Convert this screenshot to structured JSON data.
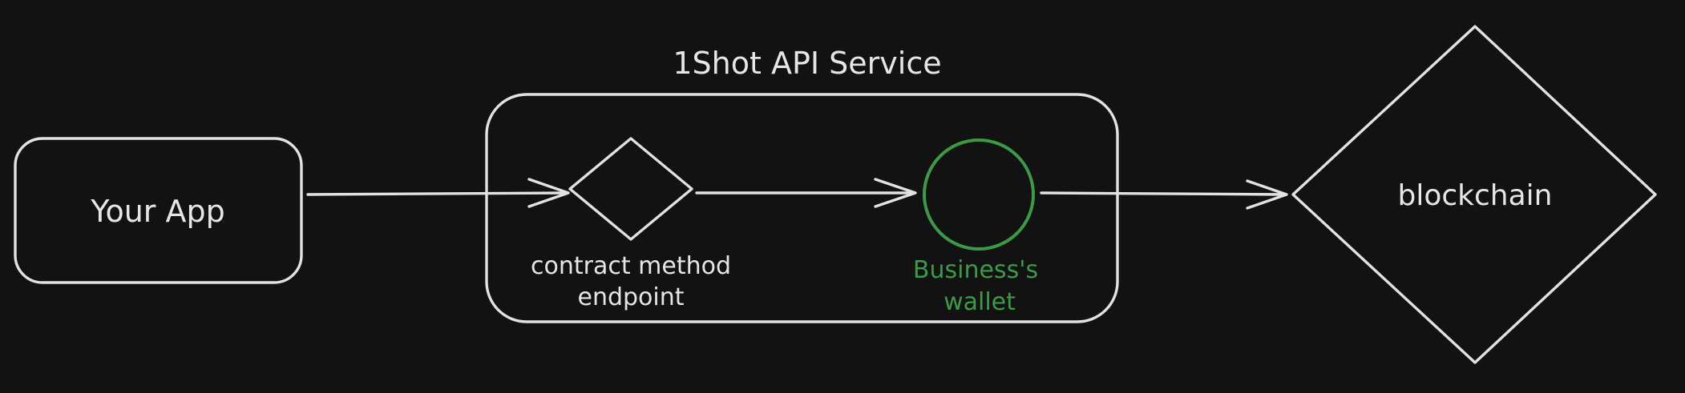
{
  "nodes": {
    "your_app": {
      "label": "Your App"
    },
    "service": {
      "title": "1Shot API Service"
    },
    "endpoint": {
      "label_line1": "contract method",
      "label_line2": "endpoint"
    },
    "wallet": {
      "label_line1": "Business's",
      "label_line2": "wallet"
    },
    "blockchain": {
      "label": "blockchain"
    }
  },
  "colors": {
    "background": "#121212",
    "stroke": "#e2e2e2",
    "text": "#e6e6e6",
    "accent_green": "#3a9b46"
  },
  "edges": [
    {
      "from": "your_app",
      "to": "endpoint"
    },
    {
      "from": "endpoint",
      "to": "wallet"
    },
    {
      "from": "wallet",
      "to": "blockchain"
    }
  ]
}
